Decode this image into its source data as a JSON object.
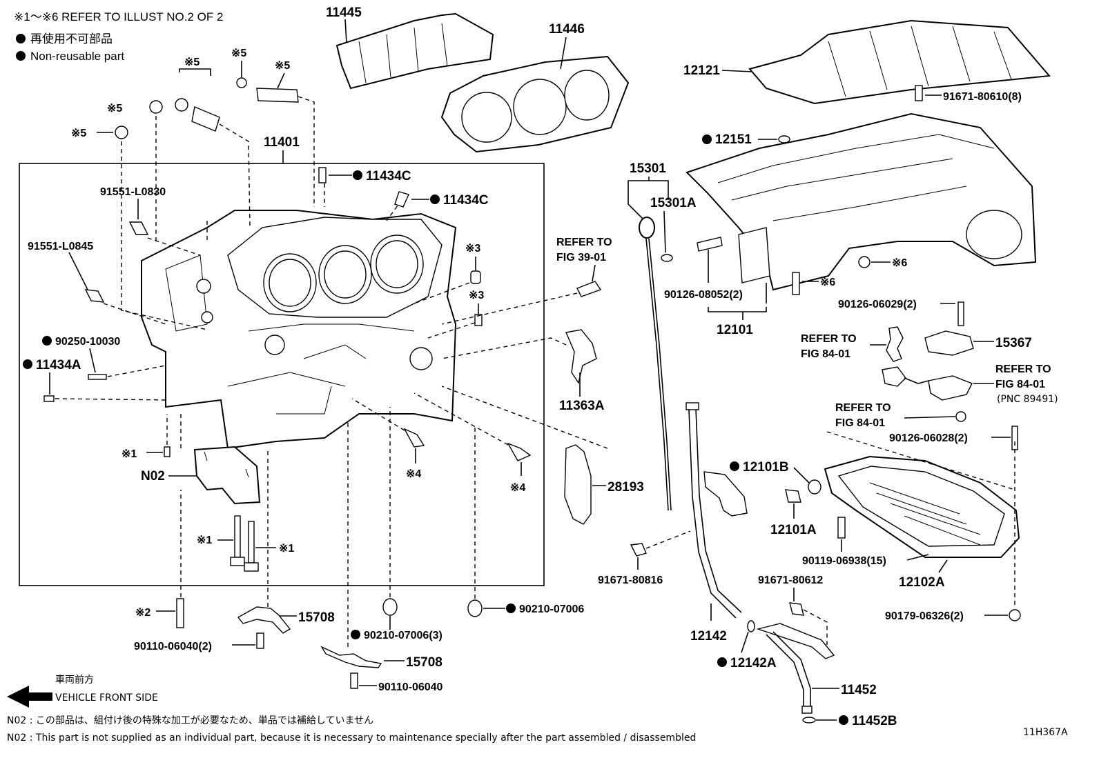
{
  "notes": {
    "refer_line": "※1～※6 REFER TO ILLUST NO.2 OF 2",
    "legend_jp": "再使用不可部品",
    "legend_en": "Non-reusable part",
    "front_jp": "車両前方",
    "front_en": "VEHICLE FRONT SIDE",
    "n02_jp": "N02 : この部品は、組付け後の特殊な加工が必要なため、単品では補給していません",
    "n02_en": "N02 : This part is not supplied as an individual part, because it is necessary to maintenance specially after the part assembled / disassembled",
    "figure_id": "11H367A"
  },
  "labels": {
    "p11445": "11445",
    "p11446": "11446",
    "p12121": "12121",
    "p91671_80610": "91671-80610(8)",
    "p12151": "12151",
    "p15301": "15301",
    "p15301A": "15301A",
    "p11401": "11401",
    "p11434C_1": "11434C",
    "p11434C_2": "11434C",
    "p91551_L0830": "91551-L0830",
    "p91551_L0845": "91551-L0845",
    "refer39_1": "REFER TO",
    "refer39_2": "FIG 39-01",
    "p90250": "90250-10030",
    "p11434A": "11434A",
    "p11363A": "11363A",
    "p28193": "28193",
    "p90126_08052": "90126-08052(2)",
    "p12101": "12101",
    "p90126_06029": "90126-06029(2)",
    "refer84a_1": "REFER TO",
    "refer84a_2": "FIG 84-01",
    "p15367": "15367",
    "refer84b_1": "REFER TO",
    "refer84b_2": "FIG 84-01",
    "pnc": "(PNC 89491)",
    "refer84c_1": "REFER TO",
    "refer84c_2": "FIG 84-01",
    "p90126_06028": "90126-06028(2)",
    "p12101B": "12101B",
    "p12101A": "12101A",
    "p90119": "90119-06938(15)",
    "p12102A": "12102A",
    "p91671_80816": "91671-80816",
    "p91671_80612": "91671-80612",
    "p90179": "90179-06326(2)",
    "p12142": "12142",
    "p12142A": "12142A",
    "p11452": "11452",
    "p11452B": "11452B",
    "pN02": "N02",
    "p15708_1": "15708",
    "p15708_2": "15708",
    "p90110_06040_2": "90110-06040(2)",
    "p90110_06040": "90110-06040",
    "p90210_3": "90210-07006(3)",
    "p90210": "90210-07006",
    "k1": "※1",
    "k1b": "※1",
    "k1c": "※1",
    "k2": "※2",
    "k3": "※3",
    "k3b": "※3",
    "k4": "※4",
    "k4b": "※4",
    "k5a": "※5",
    "k5b": "※5",
    "k5c": "※5",
    "k5d": "※5",
    "k5e": "※5",
    "k6a": "※6",
    "k6b": "※6"
  }
}
